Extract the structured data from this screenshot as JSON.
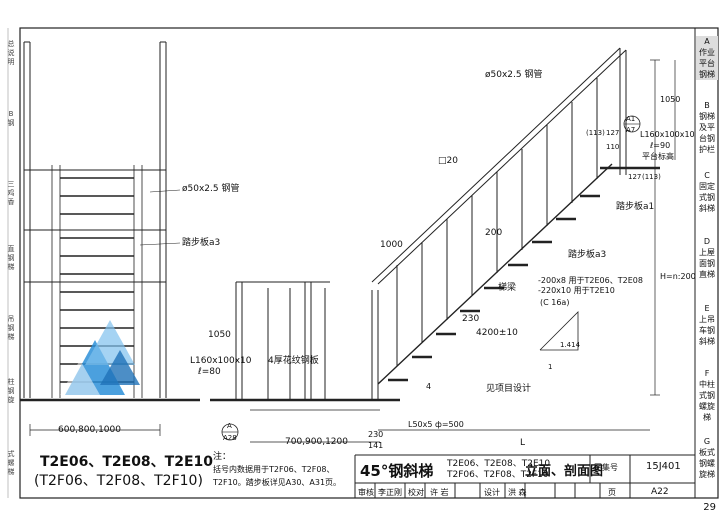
{
  "drawing": {
    "left_labels": {
      "pipe": "ø50x2.5 钢管",
      "tread": "踏步板a3",
      "plan_width": "600,800,1000"
    },
    "section_labels": {
      "angle_height": "1050",
      "angle_size": "L160x100x10",
      "angle_len": "ℓ=80",
      "plate": "4厚花纹钢板",
      "ref_a": "A",
      "ref_b": "A28",
      "spacing": "700,900,1200"
    },
    "elevation_labels": {
      "pipe": "ø50x2.5 钢管",
      "post": "□20",
      "h1000": "1000",
      "h200": "200",
      "h230": "230",
      "d200": "4200±10",
      "tread": "踏步板a3",
      "stringer": "梯梁",
      "stringer_spec_1": "-200x8  用于T2E06、T2E08",
      "stringer_spec_2": "-220x10  用于T2E10",
      "stringer_spec_3": "(C 16a)",
      "slope_label": "1.414",
      "slope_one": "1",
      "see_note": "见项目设计",
      "base_angle": "L50x5  ф=500",
      "dim_230": "230",
      "dim_141": "141",
      "dim_L": "L",
      "top_angle": "L160x100x10",
      "top_len": "ℓ=90",
      "top_label": "平台标高",
      "tread_a1": "踏步板a1",
      "dim_1050": "1050",
      "dim_H": "H=n:200",
      "dim_113": "(113)",
      "dim_127": "127",
      "dim_110": "110",
      "dim_127b": "127",
      "dim_113b": "(113)",
      "ref_a1": "A1",
      "ref_a7": "A7",
      "ref_4": "4"
    }
  },
  "models": {
    "line1": "T2E06、T2E08、T2E10",
    "line2": "(T2F06、T2F08、T2F10)"
  },
  "note": {
    "label": "注：",
    "line1": "括号内数据用于T2F06、T2F08、",
    "line2": "T2F10。踏步板详见A30、A31页。"
  },
  "title_block": {
    "title_main": "45°钢斜梯",
    "codes_row1": "T2E06、T2E08、T2E10",
    "codes_row2": "T2F06、T2F08、T2F10",
    "title_suffix": "立面、剖面图",
    "atlas_label": "图集号",
    "atlas_no": "15J401",
    "row2": [
      "审核",
      "李正刚",
      "校对",
      "许 岩",
      "设计",
      "洪 森",
      "页"
    ],
    "page": "A22"
  },
  "side_tabs": [
    {
      "letter": "A",
      "text": "作业平台钢梯"
    },
    {
      "letter": "B",
      "text": "钢梯及平台钢护栏"
    },
    {
      "letter": "C",
      "text": "固定式钢斜梯"
    },
    {
      "letter": "D",
      "text": "上屋面钢直梯"
    },
    {
      "letter": "E",
      "text": "上吊车钢斜梯"
    },
    {
      "letter": "F",
      "text": "中柱式钢螺旋梯"
    },
    {
      "letter": "G",
      "text": "板式钢螺旋梯"
    }
  ],
  "left_margin_tabs": [
    "总说明",
    "B钢",
    "三 鸡 香",
    "直 钢 梯",
    "吊 钢 梯",
    "柱 钢 旋",
    "式 螺 梯"
  ],
  "page_number": "29",
  "colors": {
    "line": "#1a1a1a",
    "active_tab": "#d9d9d9",
    "logo": "#2b8fd8"
  }
}
